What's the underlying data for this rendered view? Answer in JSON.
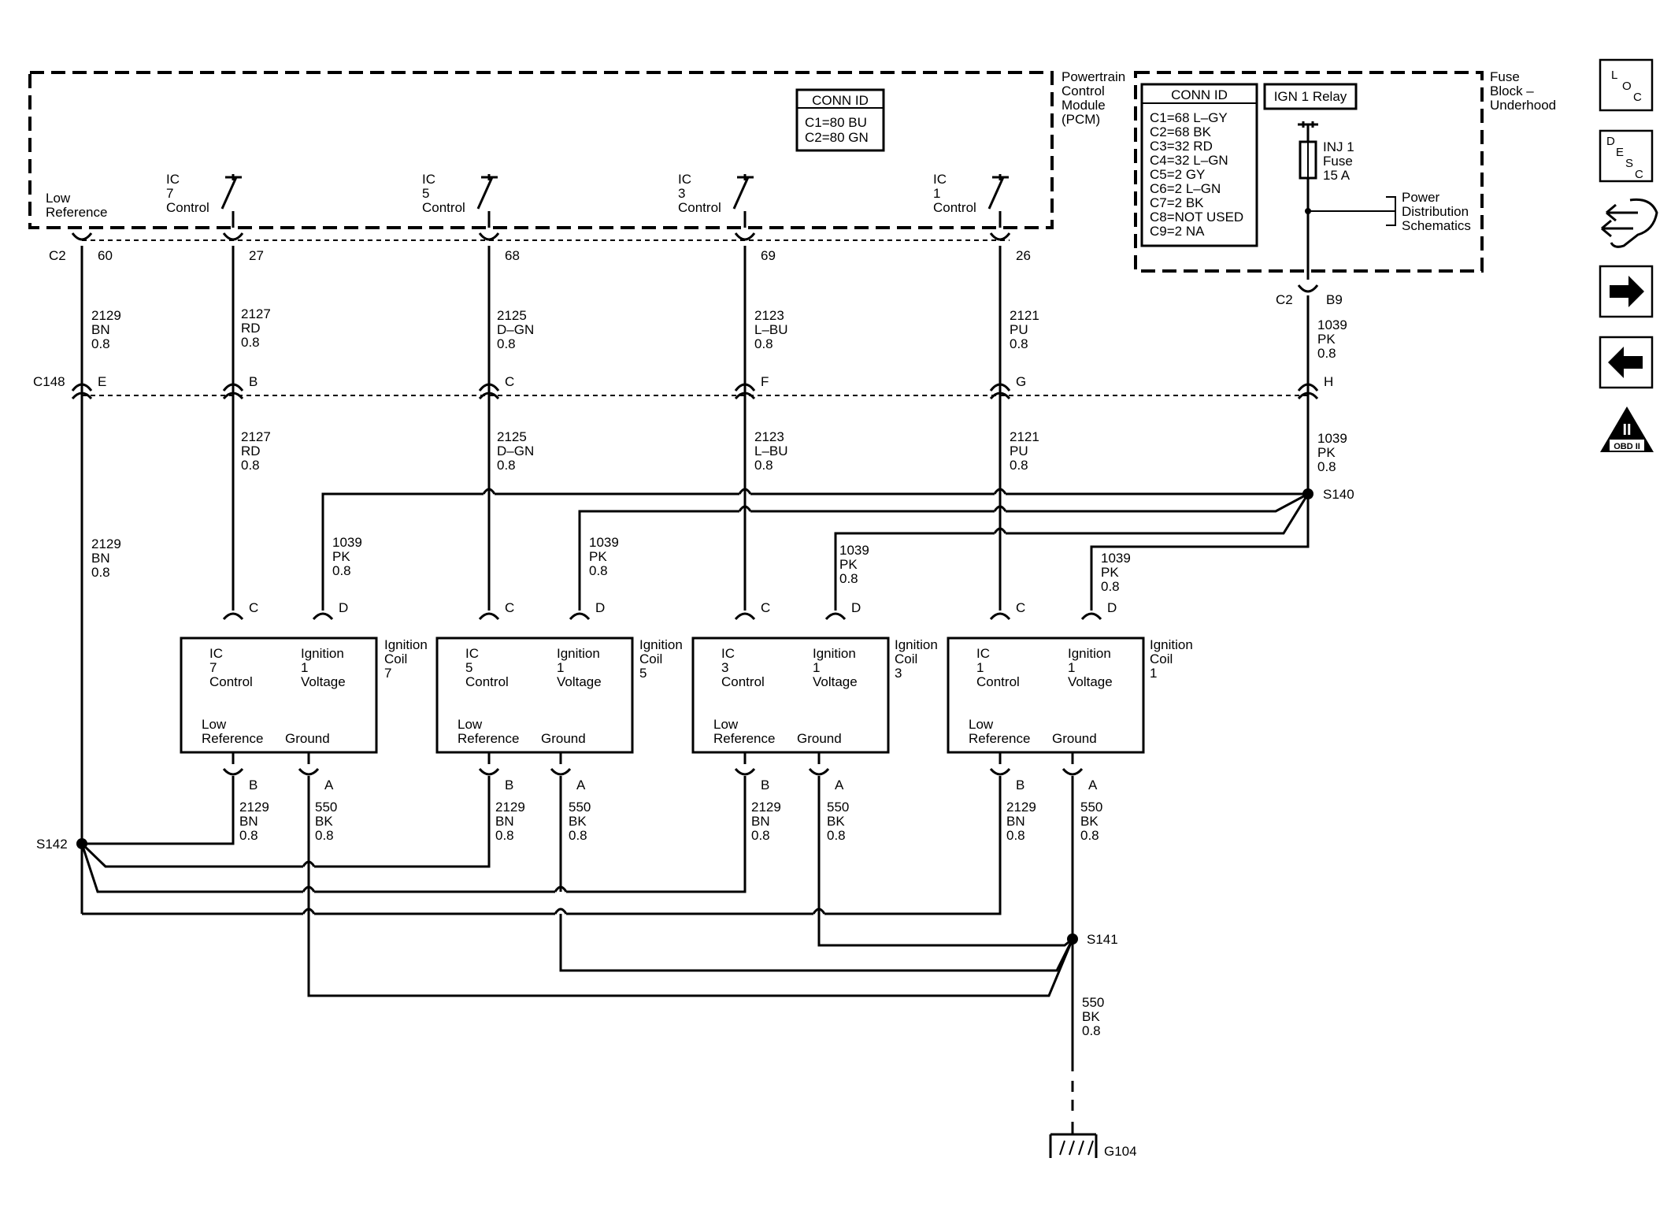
{
  "pcm": {
    "title_lines": [
      "Powertrain",
      "Control",
      "Module",
      "(PCM)"
    ],
    "conn_id_title": "CONN ID",
    "conn_id_rows": [
      "C1=80 BU",
      "C2=80 GN"
    ],
    "low_ref_lines": [
      "Low",
      "Reference"
    ],
    "ic_controls": [
      {
        "lines": [
          "IC",
          "7",
          "Control"
        ]
      },
      {
        "lines": [
          "IC",
          "5",
          "Control"
        ]
      },
      {
        "lines": [
          "IC",
          "3",
          "Control"
        ]
      },
      {
        "lines": [
          "IC",
          "1",
          "Control"
        ]
      }
    ],
    "connector": "C2",
    "pins": [
      "60",
      "27",
      "68",
      "69",
      "26"
    ]
  },
  "fuse_block": {
    "title_lines": [
      "Fuse",
      "Block –",
      "Underhood"
    ],
    "conn_id_title": "CONN ID",
    "conn_id_rows": [
      "C1=68 L–GY",
      "C2=68 BK",
      "C3=32 RD",
      "C4=32 L–GN",
      "C5=2 GY",
      "C6=2 L–GN",
      "C7=2 BK",
      "C8=NOT USED",
      "C9=2 NA"
    ],
    "relay_label": "IGN 1 Relay",
    "fuse_lines": [
      "INJ 1",
      "Fuse",
      "15 A"
    ],
    "power_dist_lines": [
      "Power",
      "Distribution",
      "Schematics"
    ],
    "connector": "C2",
    "pin": "B9"
  },
  "upper_wires": [
    {
      "lines": [
        "2129",
        "BN",
        "0.8"
      ]
    },
    {
      "lines": [
        "2127",
        "RD",
        "0.8"
      ]
    },
    {
      "lines": [
        "2125",
        "D–GN",
        "0.8"
      ]
    },
    {
      "lines": [
        "2123",
        "L–BU",
        "0.8"
      ]
    },
    {
      "lines": [
        "2121",
        "PU",
        "0.8"
      ]
    },
    {
      "lines": [
        "1039",
        "PK",
        "0.8"
      ]
    }
  ],
  "c148": {
    "label": "C148",
    "pins": [
      "E",
      "B",
      "C",
      "F",
      "G",
      "H"
    ]
  },
  "lower_wires": [
    {
      "lines": [
        "2129",
        "BN",
        "0.8"
      ]
    },
    {
      "lines": [
        "2127",
        "RD",
        "0.8"
      ]
    },
    {
      "lines": [
        "2125",
        "D–GN",
        "0.8"
      ]
    },
    {
      "lines": [
        "2123",
        "L–BU",
        "0.8"
      ]
    },
    {
      "lines": [
        "2121",
        "PU",
        "0.8"
      ]
    },
    {
      "lines": [
        "1039",
        "PK",
        "0.8"
      ]
    }
  ],
  "splices": {
    "s140": "S140",
    "s141": "S141",
    "s142": "S142"
  },
  "coil_feed_wire_lines": [
    "1039",
    "PK",
    "0.8"
  ],
  "coils": [
    {
      "name_lines": [
        "Ignition",
        "Coil",
        "7"
      ],
      "ic_lines": [
        "IC",
        "7",
        "Control"
      ]
    },
    {
      "name_lines": [
        "Ignition",
        "Coil",
        "5"
      ],
      "ic_lines": [
        "IC",
        "5",
        "Control"
      ]
    },
    {
      "name_lines": [
        "Ignition",
        "Coil",
        "3"
      ],
      "ic_lines": [
        "IC",
        "3",
        "Control"
      ]
    },
    {
      "name_lines": [
        "Ignition",
        "Coil",
        "1"
      ],
      "ic_lines": [
        "IC",
        "1",
        "Control"
      ]
    }
  ],
  "coil_common": {
    "ign_lines": [
      "Ignition",
      "1",
      "Voltage"
    ],
    "low_ref_lines": [
      "Low",
      "Reference"
    ],
    "ground": "Ground",
    "pin_c": "C",
    "pin_d": "D",
    "pin_b": "B",
    "pin_a": "A"
  },
  "coil_bottom_wires": {
    "b_lines": [
      "2129",
      "BN",
      "0.8"
    ],
    "a_lines": [
      "550",
      "BK",
      "0.8"
    ]
  },
  "ground_wire_lines": [
    "550",
    "BK",
    "0.8"
  ],
  "ground_label": "G104",
  "nav_icons": [
    "loc-icon",
    "desc-icon",
    "connector-icon",
    "arrow-right-icon",
    "arrow-left-icon",
    "obd-ii-icon"
  ],
  "nav_text": {
    "loc": [
      "L",
      "O",
      "C"
    ],
    "desc": [
      "D",
      "E",
      "S",
      "C"
    ],
    "obd": [
      "II",
      "OBD II"
    ]
  }
}
